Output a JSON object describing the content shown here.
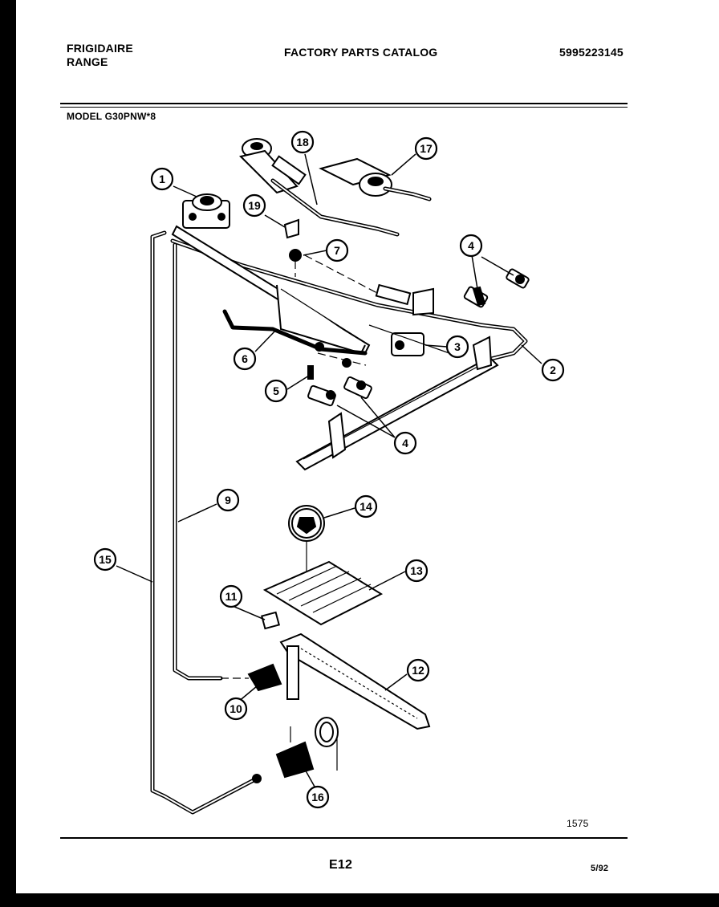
{
  "header": {
    "brand": "FRIGIDAIRE",
    "product": "RANGE",
    "catalog_title": "FACTORY PARTS CATALOG",
    "catalog_number": "5995223145",
    "model": "MODEL  G30PNW*8"
  },
  "footer": {
    "page": "E12",
    "date": "5/92",
    "diagram_number": "1575"
  },
  "callouts": [
    {
      "id": "c1",
      "label": "1"
    },
    {
      "id": "c2",
      "label": "2"
    },
    {
      "id": "c3",
      "label": "3"
    },
    {
      "id": "c4a",
      "label": "4"
    },
    {
      "id": "c4b",
      "label": "4"
    },
    {
      "id": "c5",
      "label": "5"
    },
    {
      "id": "c6",
      "label": "6"
    },
    {
      "id": "c7",
      "label": "7"
    },
    {
      "id": "c9",
      "label": "9"
    },
    {
      "id": "c10",
      "label": "10"
    },
    {
      "id": "c11",
      "label": "11"
    },
    {
      "id": "c12",
      "label": "12"
    },
    {
      "id": "c13",
      "label": "13"
    },
    {
      "id": "c14",
      "label": "14"
    },
    {
      "id": "c15",
      "label": "15"
    },
    {
      "id": "c16",
      "label": "16"
    },
    {
      "id": "c17",
      "label": "17"
    },
    {
      "id": "c18",
      "label": "18"
    },
    {
      "id": "c19",
      "label": "19"
    }
  ]
}
